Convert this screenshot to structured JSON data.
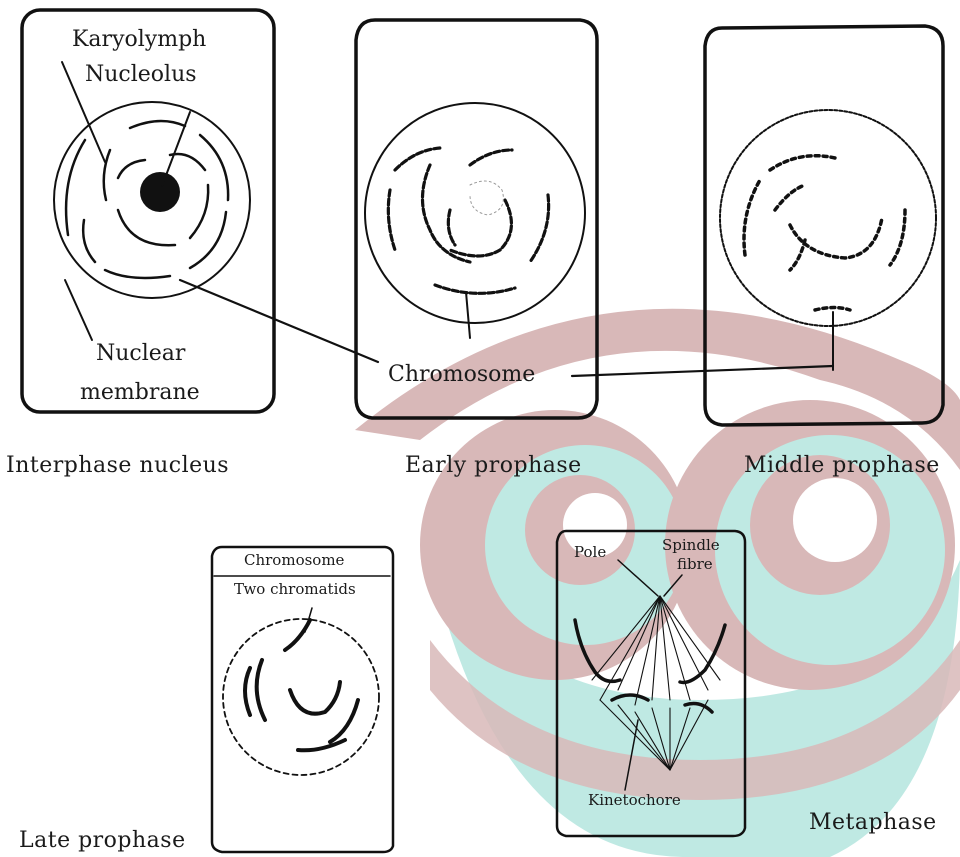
{
  "panels": {
    "interphase": {
      "caption": "Interphase nucleus",
      "karyolymph": "Karyolymph",
      "nucleolus": "Nucleolus",
      "nuclear": "Nuclear",
      "membrane": "membrane"
    },
    "early_prophase": {
      "caption": "Early prophase"
    },
    "middle_prophase": {
      "caption": "Middle prophase"
    },
    "shared": {
      "chromosome": "Chromosome"
    },
    "late_prophase": {
      "caption": "Late prophase",
      "chromosome": "Chromosome",
      "two_chromatids": "Two chromatids"
    },
    "metaphase": {
      "caption": "Metaphase",
      "pole": "Pole",
      "spindle": "Spindle",
      "fibre": "fibre",
      "kinetochore": "Kinetochore"
    }
  },
  "colors": {
    "ink": "#111111",
    "watermark_brown": "#d8b8b8",
    "watermark_teal": "#bfe9e3"
  }
}
